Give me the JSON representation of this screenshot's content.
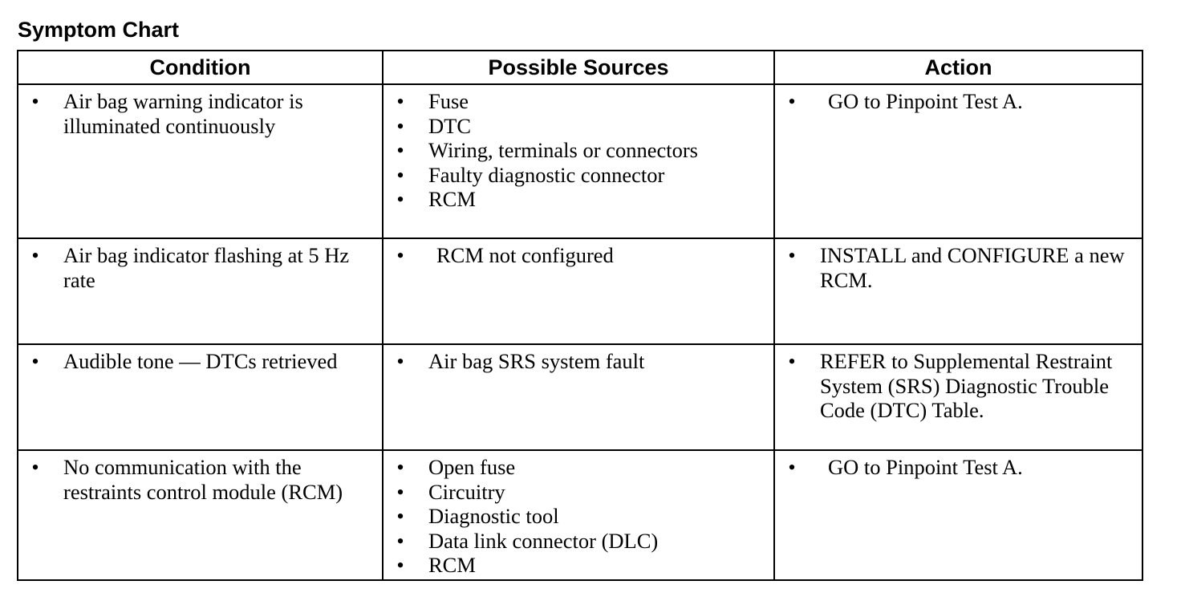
{
  "title": "Symptom Chart",
  "columns": [
    "Condition",
    "Possible Sources",
    "Action"
  ],
  "rows": [
    {
      "condition": [
        "Air bag warning indicator is illuminated continuously"
      ],
      "sources": [
        "Fuse",
        "DTC",
        "Wiring, terminals or connectors",
        "Faulty diagnostic connector",
        "RCM"
      ],
      "action": [
        "GO to Pinpoint Test A."
      ]
    },
    {
      "condition": [
        "Air bag indicator flashing at 5 Hz rate"
      ],
      "sources": [
        "RCM not configured"
      ],
      "action": [
        "INSTALL and CONFIGURE a new RCM."
      ]
    },
    {
      "condition": [
        "Audible tone — DTCs retrieved"
      ],
      "sources": [
        "Air bag SRS system fault"
      ],
      "action": [
        "REFER to Supplemental Restraint System (SRS) Diagnostic Trouble Code (DTC) Table."
      ]
    },
    {
      "condition": [
        "No communication with the restraints control module (RCM)"
      ],
      "sources": [
        "Open fuse",
        "Circuitry",
        "Diagnostic tool",
        "Data link connector (DLC)",
        "RCM"
      ],
      "action": [
        "GO to Pinpoint Test A."
      ]
    }
  ]
}
